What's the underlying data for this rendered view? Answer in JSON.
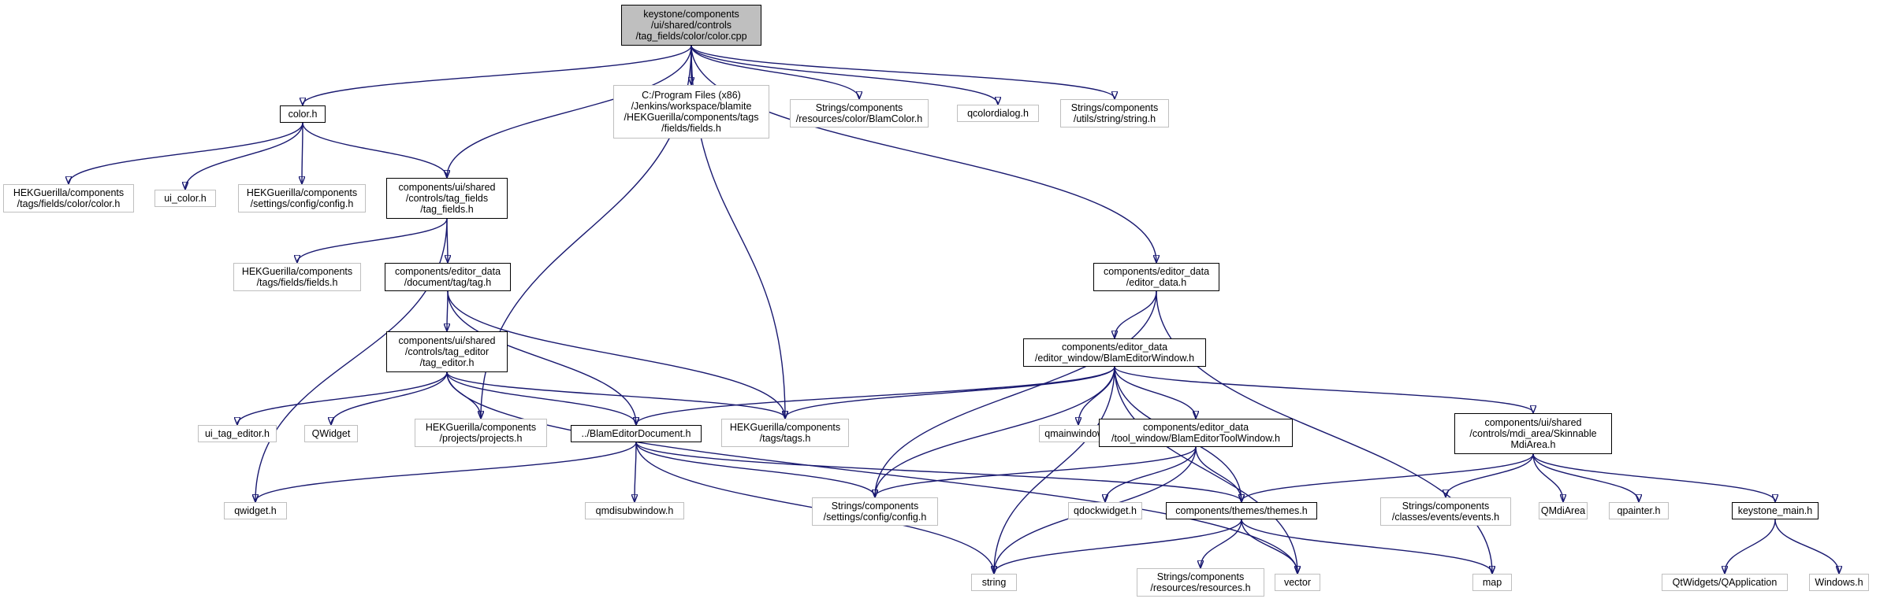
{
  "diagram": {
    "type": "include-dependency-graph",
    "colors": {
      "edge": "#191970",
      "root_fill": "#bfbfbf",
      "external_border": "#bfbfbf",
      "node_border": "#000000"
    },
    "nodes": [
      {
        "id": "root",
        "label": "keystone/components\n/ui/shared/controls\n/tag_fields/color/color.cpp",
        "kind": "root"
      },
      {
        "id": "jenkins_fields",
        "label": "C:/Program Files (x86)\n/Jenkins/workspace/blamite\n/HEKGuerilla/components/tags\n/fields/fields.h",
        "kind": "external"
      },
      {
        "id": "blamcolor",
        "label": "Strings/components\n/resources/color/BlamColor.h",
        "kind": "external"
      },
      {
        "id": "qcolordialog",
        "label": "qcolordialog.h",
        "kind": "external"
      },
      {
        "id": "string_h",
        "label": "Strings/components\n/utils/string/string.h",
        "kind": "external"
      },
      {
        "id": "color_h",
        "label": "color.h",
        "kind": "normal"
      },
      {
        "id": "hek_color",
        "label": "HEKGuerilla/components\n/tags/fields/color/color.h",
        "kind": "external"
      },
      {
        "id": "ui_color",
        "label": "ui_color.h",
        "kind": "external"
      },
      {
        "id": "hek_config",
        "label": "HEKGuerilla/components\n/settings/config/config.h",
        "kind": "external"
      },
      {
        "id": "tag_fields",
        "label": "components/ui/shared\n/controls/tag_fields\n/tag_fields.h",
        "kind": "normal"
      },
      {
        "id": "hek_fields",
        "label": "HEKGuerilla/components\n/tags/fields/fields.h",
        "kind": "external"
      },
      {
        "id": "tag_h",
        "label": "components/editor_data\n/document/tag/tag.h",
        "kind": "normal"
      },
      {
        "id": "tag_editor",
        "label": "components/ui/shared\n/controls/tag_editor\n/tag_editor.h",
        "kind": "normal"
      },
      {
        "id": "editor_data",
        "label": "components/editor_data\n/editor_data.h",
        "kind": "normal"
      },
      {
        "id": "blam_editor_window",
        "label": "components/editor_data\n/editor_window/BlamEditorWindow.h",
        "kind": "normal"
      },
      {
        "id": "ui_tag_editor",
        "label": "ui_tag_editor.h",
        "kind": "external"
      },
      {
        "id": "qwidget_cls",
        "label": "QWidget",
        "kind": "external"
      },
      {
        "id": "hek_projects",
        "label": "HEKGuerilla/components\n/projects/projects.h",
        "kind": "external"
      },
      {
        "id": "blam_editor_doc",
        "label": "../BlamEditorDocument.h",
        "kind": "normal"
      },
      {
        "id": "hek_tags",
        "label": "HEKGuerilla/components\n/tags/tags.h",
        "kind": "external"
      },
      {
        "id": "qmainwindow",
        "label": "qmainwindow.h",
        "kind": "external"
      },
      {
        "id": "tool_window",
        "label": "components/editor_data\n/tool_window/BlamEditorToolWindow.h",
        "kind": "normal"
      },
      {
        "id": "mdi_area",
        "label": "components/ui/shared\n/controls/mdi_area/Skinnable\nMdiArea.h",
        "kind": "normal"
      },
      {
        "id": "qwidget_h",
        "label": "qwidget.h",
        "kind": "external"
      },
      {
        "id": "qmdisubwindow",
        "label": "qmdisubwindow.h",
        "kind": "external"
      },
      {
        "id": "strings_config",
        "label": "Strings/components\n/settings/config/config.h",
        "kind": "external"
      },
      {
        "id": "qdockwidget",
        "label": "qdockwidget.h",
        "kind": "external"
      },
      {
        "id": "themes",
        "label": "components/themes/themes.h",
        "kind": "normal"
      },
      {
        "id": "events",
        "label": "Strings/components\n/classes/events/events.h",
        "kind": "external"
      },
      {
        "id": "qmdiarea",
        "label": "QMdiArea",
        "kind": "external"
      },
      {
        "id": "qpainter",
        "label": "qpainter.h",
        "kind": "external"
      },
      {
        "id": "keystone_main",
        "label": "keystone_main.h",
        "kind": "normal"
      },
      {
        "id": "string_std",
        "label": "string",
        "kind": "external"
      },
      {
        "id": "resources",
        "label": "Strings/components\n/resources/resources.h",
        "kind": "external"
      },
      {
        "id": "vector",
        "label": "vector",
        "kind": "external"
      },
      {
        "id": "map",
        "label": "map",
        "kind": "external"
      },
      {
        "id": "qapplication",
        "label": "QtWidgets/QApplication",
        "kind": "external"
      },
      {
        "id": "windows_h",
        "label": "Windows.h",
        "kind": "external"
      }
    ],
    "edges": [
      [
        "root",
        "color_h"
      ],
      [
        "root",
        "tag_fields"
      ],
      [
        "root",
        "hek_projects"
      ],
      [
        "root",
        "hek_tags"
      ],
      [
        "root",
        "jenkins_fields"
      ],
      [
        "root",
        "blamcolor"
      ],
      [
        "root",
        "qcolordialog"
      ],
      [
        "root",
        "string_h"
      ],
      [
        "root",
        "editor_data"
      ],
      [
        "color_h",
        "hek_color"
      ],
      [
        "color_h",
        "ui_color"
      ],
      [
        "color_h",
        "hek_config"
      ],
      [
        "color_h",
        "tag_fields"
      ],
      [
        "tag_fields",
        "hek_fields"
      ],
      [
        "tag_fields",
        "tag_h"
      ],
      [
        "tag_fields",
        "qwidget_h"
      ],
      [
        "tag_h",
        "tag_editor"
      ],
      [
        "tag_h",
        "blam_editor_doc"
      ],
      [
        "tag_h",
        "hek_tags"
      ],
      [
        "tag_editor",
        "ui_tag_editor"
      ],
      [
        "tag_editor",
        "qwidget_cls"
      ],
      [
        "tag_editor",
        "hek_projects"
      ],
      [
        "tag_editor",
        "blam_editor_doc"
      ],
      [
        "tag_editor",
        "hek_tags"
      ],
      [
        "tag_editor",
        "vector"
      ],
      [
        "editor_data",
        "blam_editor_window"
      ],
      [
        "editor_data",
        "strings_config"
      ],
      [
        "editor_data",
        "map"
      ],
      [
        "blam_editor_window",
        "blam_editor_doc"
      ],
      [
        "blam_editor_window",
        "hek_tags"
      ],
      [
        "blam_editor_window",
        "qmainwindow"
      ],
      [
        "blam_editor_window",
        "tool_window"
      ],
      [
        "blam_editor_window",
        "mdi_area"
      ],
      [
        "blam_editor_window",
        "strings_config"
      ],
      [
        "blam_editor_window",
        "themes"
      ],
      [
        "blam_editor_window",
        "string_std"
      ],
      [
        "blam_editor_window",
        "vector"
      ],
      [
        "blam_editor_doc",
        "qwidget_h"
      ],
      [
        "blam_editor_doc",
        "qmdisubwindow"
      ],
      [
        "blam_editor_doc",
        "strings_config"
      ],
      [
        "blam_editor_doc",
        "themes"
      ],
      [
        "blam_editor_doc",
        "string_std"
      ],
      [
        "tool_window",
        "strings_config"
      ],
      [
        "tool_window",
        "qdockwidget"
      ],
      [
        "tool_window",
        "themes"
      ],
      [
        "tool_window",
        "string_std"
      ],
      [
        "mdi_area",
        "themes"
      ],
      [
        "mdi_area",
        "events"
      ],
      [
        "mdi_area",
        "qmdiarea"
      ],
      [
        "mdi_area",
        "qpainter"
      ],
      [
        "mdi_area",
        "keystone_main"
      ],
      [
        "themes",
        "string_std"
      ],
      [
        "themes",
        "resources"
      ],
      [
        "themes",
        "vector"
      ],
      [
        "themes",
        "map"
      ],
      [
        "keystone_main",
        "qapplication"
      ],
      [
        "keystone_main",
        "windows_h"
      ]
    ]
  }
}
